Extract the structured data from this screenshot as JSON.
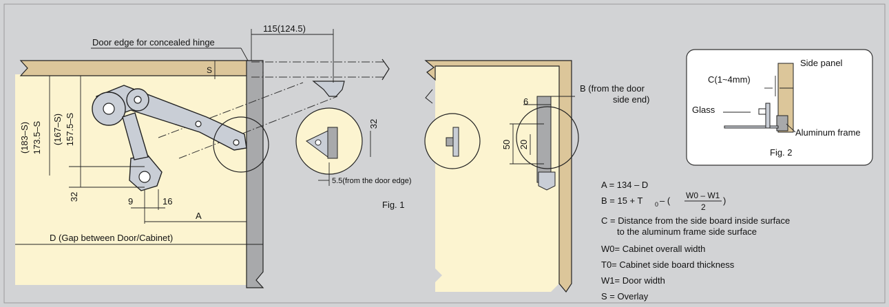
{
  "fig1": {
    "caption": "Fig. 1",
    "door_edge_label": "Door edge for concealed hinge",
    "dim_top": "115(124.5)",
    "dim_s": "S",
    "dim_173": "173.5–S",
    "dim_183": "(183–S)",
    "dim_157": "157.5–S",
    "dim_167": "(167–S)",
    "dim_32_left": "32",
    "dim_9": "9",
    "dim_16": "16",
    "dim_a": "A",
    "dim_d": "D (Gap between Door/Cabinet)",
    "detail_32": "32",
    "detail_55": "5.5(from the door edge)"
  },
  "fig_right": {
    "b_label_1": "B (from the door",
    "b_label_2": "side end)",
    "dim_6": "6",
    "dim_50": "50",
    "dim_20": "20"
  },
  "fig2": {
    "caption": "Fig. 2",
    "c_label": "C(1~4mm)",
    "side_panel": "Side panel",
    "glass": "Glass",
    "aluminum_frame": "Aluminum frame"
  },
  "formulas": {
    "a_eq": "A = 134 – D",
    "b_eq_prefix": "B = 15 + T",
    "b_eq_sub0": "0",
    "b_eq_mid": " – (",
    "b_frac_num": "W0 – W1",
    "b_frac_den": "2",
    "b_eq_end": ")",
    "c_eq_1": "C = Distance from the side board inside surface",
    "c_eq_2": "to the aluminum frame side surface",
    "w0_eq": "W0= Cabinet overall width",
    "t0_eq": "T0= Cabinet side board thickness",
    "w1_eq": "W1= Door width",
    "s_eq": "S = Overlay"
  },
  "colors": {
    "background": "#d2d3d5",
    "cream": "#fcf4d0",
    "board": "#dcc69a",
    "door": "#a8a9ab",
    "mechanism": "#c9ced6",
    "outline": "#222222"
  }
}
